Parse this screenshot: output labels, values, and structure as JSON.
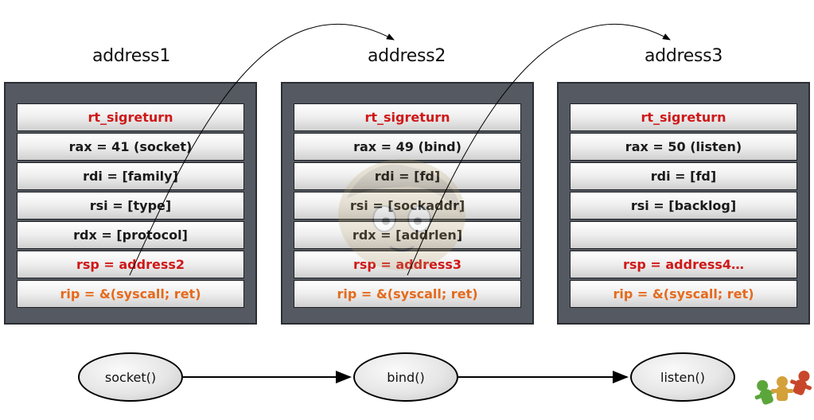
{
  "columns": [
    {
      "title": "address1",
      "rows": [
        {
          "text": "rt_sigreturn",
          "color": "red"
        },
        {
          "text": "rax = 41 (socket)",
          "color": "black"
        },
        {
          "text": "rdi = [family]",
          "color": "black"
        },
        {
          "text": "rsi = [type]",
          "color": "black"
        },
        {
          "text": "rdx = [protocol]",
          "color": "black"
        },
        {
          "text": "rsp = address2",
          "color": "red"
        },
        {
          "text": "rip = &(syscall; ret)",
          "color": "orange"
        }
      ]
    },
    {
      "title": "address2",
      "rows": [
        {
          "text": "rt_sigreturn",
          "color": "red"
        },
        {
          "text": "rax = 49 (bind)",
          "color": "black"
        },
        {
          "text": "rdi = [fd]",
          "color": "black"
        },
        {
          "text": "rsi = [sockaddr]",
          "color": "black"
        },
        {
          "text": "rdx = [addrlen]",
          "color": "black"
        },
        {
          "text": "rsp = address3",
          "color": "red"
        },
        {
          "text": "rip = &(syscall; ret)",
          "color": "orange"
        }
      ]
    },
    {
      "title": "address3",
      "rows": [
        {
          "text": "rt_sigreturn",
          "color": "red"
        },
        {
          "text": "rax = 50 (listen)",
          "color": "black"
        },
        {
          "text": "rdi = [fd]",
          "color": "black"
        },
        {
          "text": "rsi = [backlog]",
          "color": "black"
        },
        {
          "text": "",
          "color": "black"
        },
        {
          "text": "rsp = address4…",
          "color": "red"
        },
        {
          "text": "rip = &(syscall; ret)",
          "color": "orange"
        }
      ]
    }
  ],
  "nodes": [
    {
      "label": "socket()"
    },
    {
      "label": "bind()"
    },
    {
      "label": "listen()"
    }
  ],
  "colors": {
    "red": "#d01818",
    "orange": "#e56a1c",
    "frame": "#555a62"
  }
}
